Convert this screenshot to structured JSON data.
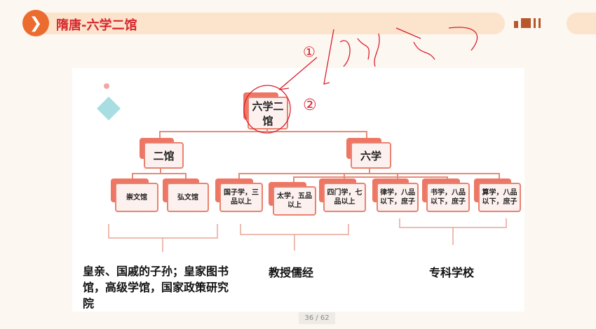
{
  "header": {
    "title": "隋唐-六学二馆",
    "logo_icon": "chevron-right-icon"
  },
  "chart": {
    "root": "六学二馆",
    "level2": [
      "二馆",
      "六学"
    ],
    "level3": [
      "崇文馆",
      "弘文馆",
      "国子学，三品以上",
      "太学，五品以上",
      "四门学，七品以上",
      "律学，八品以下，庶子",
      "书学，八品以下，庶子",
      "算学，八品以下，庶子"
    ]
  },
  "notes": {
    "erguan": "皇亲、国戚的子孙；皇家图书馆，高级学馆，国家政策研究院",
    "liuxue": "教授儒经",
    "zhuanke": "专科学校"
  },
  "annotation": {
    "mark1": "①",
    "mark2": "②"
  },
  "pager": "36 / 62",
  "colors": {
    "accent": "#ec6b2e",
    "title": "#d7262b",
    "node": "#ee7665"
  }
}
